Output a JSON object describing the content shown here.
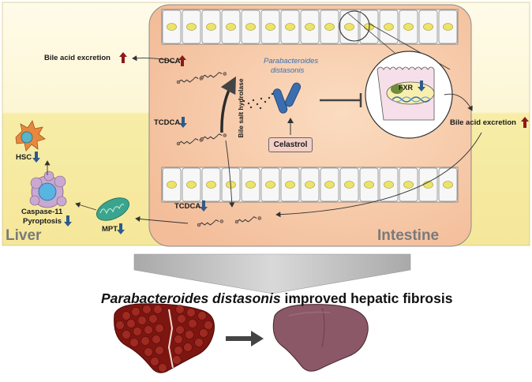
{
  "colors": {
    "liver_top": "#fdf8dd",
    "liver_bottom": "#f8eda6",
    "intestine_fill": "#f7c9a6",
    "up_arrow": "#8b1a1a",
    "down_arrow": "#2e5a8c",
    "bacteria": "#3a6eb0",
    "celastrol_box": "#f3cfc7",
    "liver_fibrotic": "#8a1a16",
    "liver_healthy": "#8b5868",
    "funnel": "#bdbdbd"
  },
  "labels": {
    "bile_acid_excretion_left": "Bile acid excretion",
    "cdca": "CDCA",
    "tcdca_top": "TCDCA",
    "tcdca_bottom": "TCDCA",
    "bile_salt_hydrolase": "Bile salt hydrolase",
    "bacterium_line1": "Parabacteroides",
    "bacterium_line2": "distasonis",
    "celastrol": "Celastrol",
    "fxr": "FXR",
    "bile_acid_excretion_right": "Bile acid excretion",
    "hsc": "HSC",
    "caspase": "Caspase-11",
    "pyroptosis": "Pyroptosis",
    "mpt": "MPT",
    "liver": "Liver",
    "intestine": "Intestine"
  },
  "summary": {
    "italic": "Parabacteroides distasonis",
    "rest": " improved hepatic fibrosis"
  },
  "icons": [
    "up-arrow-icon",
    "down-arrow-icon",
    "hepatic-stellate-cell-icon",
    "macrophage-icon",
    "mitochondrion-icon",
    "bacterium-icon",
    "fibrotic-liver-icon",
    "healthy-liver-icon",
    "dna-helix-icon"
  ]
}
